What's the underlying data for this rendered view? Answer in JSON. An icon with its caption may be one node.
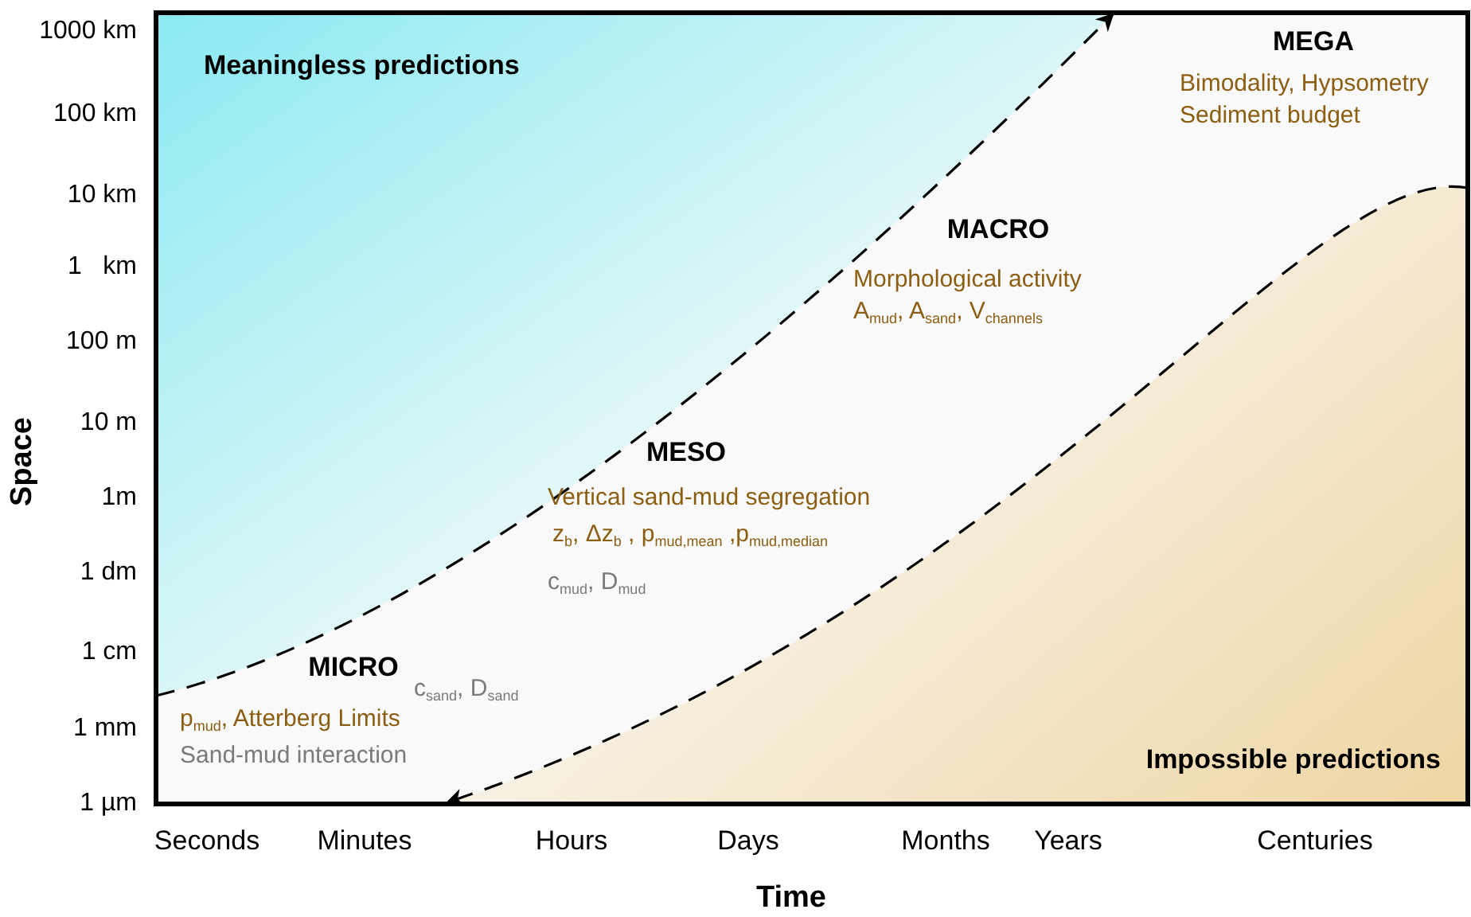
{
  "diagram": {
    "labels": [
      "1000 km",
      "100 km",
      "10 km",
      "1   km",
      "100 m",
      "10 m",
      "1m",
      "1 dm",
      "1 cm",
      "1 mm",
      "1 µm",
      "Space",
      "Meaningless predictions",
      "MEGA",
      "Bimodality, Hypsometry",
      "Sediment budget",
      "MACRO",
      "Morphological activity",
      "A$_{mud}$, A$_{sand}$, V$_{channels}$",
      "MESO",
      "Vertical sand-mud segregation",
      "z$_{b}$, Δz$_{b}$ , p$_{mud,mean}$ ,p$_{mud,median}$",
      "c$_{mud}$, D$_{mud}$",
      "MICRO",
      "c$_{sand}$, D$_{sand}$",
      "p$_{mud}$, Atterberg Limits",
      "Sand-mud interaction",
      "Impossible predictions",
      "Seconds",
      "Minutes",
      "Hours",
      "Days",
      "Months",
      "Years",
      "Centuries",
      "Time"
    ]
  }
}
